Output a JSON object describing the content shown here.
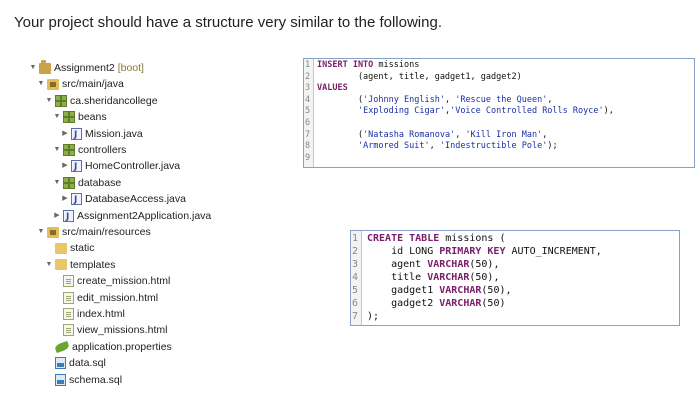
{
  "heading": "Your project should have a structure very similar to the following.",
  "tree": [
    {
      "label": "Assignment2",
      "decor": "[boot]",
      "icon": "project-icon",
      "expanded": true
    },
    {
      "label": "src/main/java",
      "icon": "source-folder-icon",
      "expanded": true
    },
    {
      "label": "ca.sheridancollege",
      "icon": "package-icon",
      "expanded": true
    },
    {
      "label": "beans",
      "icon": "package-icon",
      "expanded": true
    },
    {
      "label": "Mission.java",
      "icon": "java-file-icon",
      "expanded": false
    },
    {
      "label": "controllers",
      "icon": "package-icon",
      "expanded": true
    },
    {
      "label": "HomeController.java",
      "icon": "java-file-icon",
      "expanded": false
    },
    {
      "label": "database",
      "icon": "package-icon",
      "expanded": true
    },
    {
      "label": "DatabaseAccess.java",
      "icon": "java-file-icon",
      "expanded": false
    },
    {
      "label": "Assignment2Application.java",
      "icon": "java-file-icon",
      "expanded": false
    },
    {
      "label": "src/main/resources",
      "icon": "source-folder-icon",
      "expanded": true
    },
    {
      "label": "static",
      "icon": "folder-icon",
      "expanded": null
    },
    {
      "label": "templates",
      "icon": "folder-icon",
      "expanded": true
    },
    {
      "label": "create_mission.html",
      "icon": "html-file-icon",
      "expanded": null
    },
    {
      "label": "edit_mission.html",
      "icon": "html-file-icon",
      "expanded": null
    },
    {
      "label": "index.html",
      "icon": "html-file-icon",
      "expanded": null
    },
    {
      "label": "view_missions.html",
      "icon": "html-file-icon",
      "expanded": null
    },
    {
      "label": "application.properties",
      "icon": "properties-file-icon",
      "expanded": null
    },
    {
      "label": "data.sql",
      "icon": "sql-file-icon",
      "expanded": null
    },
    {
      "label": "schema.sql",
      "icon": "sql-file-icon",
      "expanded": null
    }
  ],
  "insert_code": {
    "line_numbers": [
      "1",
      "2",
      "3",
      "4",
      "5",
      "6",
      "7",
      "8",
      "9"
    ],
    "lines": [
      [
        {
          "t": "INSERT INTO",
          "k": "kw"
        },
        {
          "t": " missions",
          "k": ""
        }
      ],
      [
        {
          "t": "        (agent, title, gadget1, gadget2)",
          "k": ""
        }
      ],
      [
        {
          "t": "VALUES",
          "k": "kw"
        }
      ],
      [
        {
          "t": "        (",
          "k": ""
        },
        {
          "t": "'Johnny English'",
          "k": "str"
        },
        {
          "t": ", ",
          "k": ""
        },
        {
          "t": "'Rescue the Queen'",
          "k": "str"
        },
        {
          "t": ",",
          "k": ""
        }
      ],
      [
        {
          "t": "        ",
          "k": ""
        },
        {
          "t": "'Exploding Cigar'",
          "k": "str"
        },
        {
          "t": ",",
          "k": ""
        },
        {
          "t": "'Voice Controlled Rolls Royce'",
          "k": "str"
        },
        {
          "t": "),",
          "k": ""
        }
      ],
      [],
      [
        {
          "t": "        (",
          "k": ""
        },
        {
          "t": "'Natasha Romanova'",
          "k": "str"
        },
        {
          "t": ", ",
          "k": ""
        },
        {
          "t": "'Kill Iron Man'",
          "k": "str"
        },
        {
          "t": ",",
          "k": ""
        }
      ],
      [
        {
          "t": "        ",
          "k": ""
        },
        {
          "t": "'Armored Suit'",
          "k": "str"
        },
        {
          "t": ", ",
          "k": ""
        },
        {
          "t": "'Indestructible Pole'",
          "k": "str"
        },
        {
          "t": ");",
          "k": ""
        }
      ],
      []
    ]
  },
  "create_code": {
    "line_numbers": [
      "1",
      "2",
      "3",
      "4",
      "5",
      "6",
      "7"
    ],
    "lines": [
      [
        {
          "t": "CREATE TABLE",
          "k": "kw"
        },
        {
          "t": " missions (",
          "k": ""
        }
      ],
      [
        {
          "t": "    id LONG ",
          "k": ""
        },
        {
          "t": "PRIMARY KEY",
          "k": "kw"
        },
        {
          "t": " AUTO_INCREMENT,",
          "k": ""
        }
      ],
      [
        {
          "t": "    agent ",
          "k": ""
        },
        {
          "t": "VARCHAR",
          "k": "kw"
        },
        {
          "t": "(50),",
          "k": ""
        }
      ],
      [
        {
          "t": "    title ",
          "k": ""
        },
        {
          "t": "VARCHAR",
          "k": "kw"
        },
        {
          "t": "(50),",
          "k": ""
        }
      ],
      [
        {
          "t": "    gadget1 ",
          "k": ""
        },
        {
          "t": "VARCHAR",
          "k": "kw"
        },
        {
          "t": "(50),",
          "k": ""
        }
      ],
      [
        {
          "t": "    gadget2 ",
          "k": ""
        },
        {
          "t": "VARCHAR",
          "k": "kw"
        },
        {
          "t": "(50)",
          "k": ""
        }
      ],
      [
        {
          "t": ");",
          "k": ""
        }
      ]
    ]
  }
}
